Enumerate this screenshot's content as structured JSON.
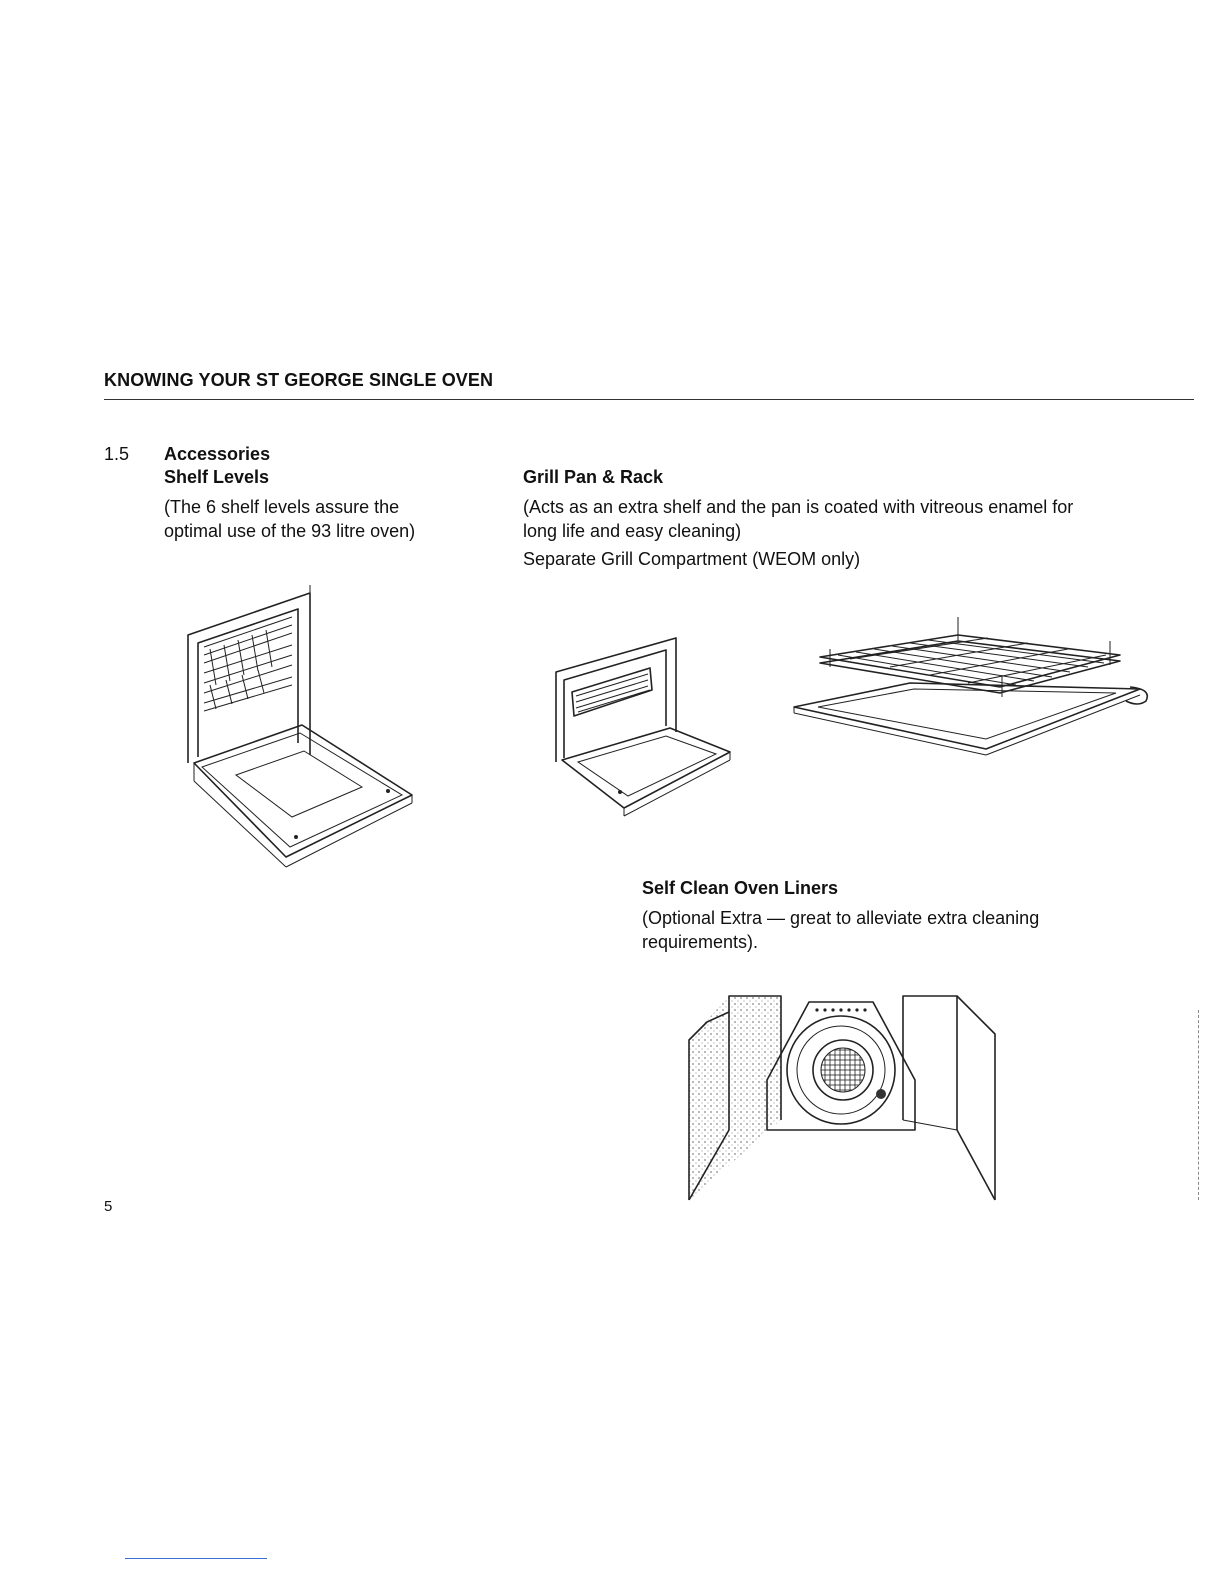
{
  "header": {
    "title": "KNOWING YOUR ST GEORGE SINGLE OVEN"
  },
  "section": {
    "number": "1.5",
    "title": "Accessories"
  },
  "shelf_levels": {
    "heading": "Shelf Levels",
    "lines": [
      "(The 6 shelf levels assure the",
      "optimal use of the 93 litre oven)"
    ]
  },
  "grill_pan": {
    "heading": "Grill Pan & Rack",
    "lines": [
      "(Acts as an extra shelf and the pan is coated with vitreous enamel for",
      "long life and easy cleaning)"
    ],
    "note": "Separate Grill Compartment (WEOM only)"
  },
  "self_clean": {
    "heading": "Self Clean Oven Liners",
    "lines": [
      "(Optional Extra — great to alleviate extra cleaning",
      "requirements)."
    ]
  },
  "footer": {
    "page_number": "5"
  },
  "illustrations": {
    "oven_shelves": "oven-open-door-shelves-illustration",
    "grill_compartment": "grill-compartment-illustration",
    "grill_pan_rack": "grill-pan-and-rack-illustration",
    "oven_liners": "oven-liners-illustration"
  }
}
